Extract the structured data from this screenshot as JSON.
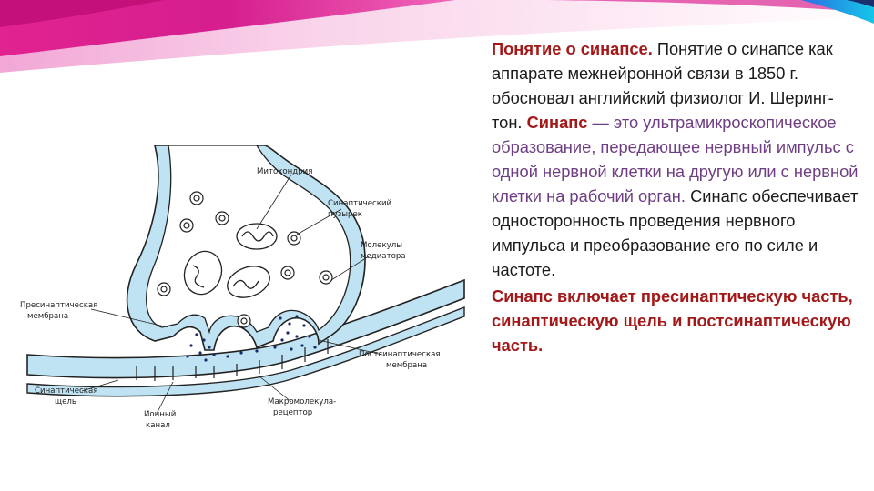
{
  "paragraph": {
    "heading": "Понятие о синапсе.",
    "intro": " Понятие о синапсе как аппарате межнейронной связи в 1850 г. обосновал английский физиолог И. Шеринг- тон. ",
    "term": "Синапс",
    "definition": " — это ультрамикроскопическое образование, передающее нервный импульс с одной нервной клетки на другую или с нервной клетки на рабочий орган.",
    "function": " Синапс обеспечивает односторонность проведения нервного импульса и преобразование его по силе и частоте."
  },
  "summary": "Синапс включает пресинаптическую часть, синаптическую щель и постсинаптическую часть.",
  "figure": {
    "labels": {
      "mitochondria": "Митохондрия",
      "vesicle_1": "Синаптический",
      "vesicle_2": "пузырек",
      "mediator_1": "Молекулы",
      "mediator_2": "медиатора",
      "presynaptic_1": "Пресинаптическая",
      "presynaptic_2": "мембрана",
      "postsynaptic_1": "Постсинаптическая",
      "postsynaptic_2": "мембрана",
      "cleft_1": "Синаптическая",
      "cleft_2": "щель",
      "channel_1": "Ионный",
      "channel_2": "канал",
      "receptor_1": "Макромолекула-",
      "receptor_2": "рецептор"
    }
  },
  "colors": {
    "heading": "#a31818",
    "definition": "#6e3d83",
    "membrane": "#bfe3f2",
    "outline": "#222222"
  }
}
